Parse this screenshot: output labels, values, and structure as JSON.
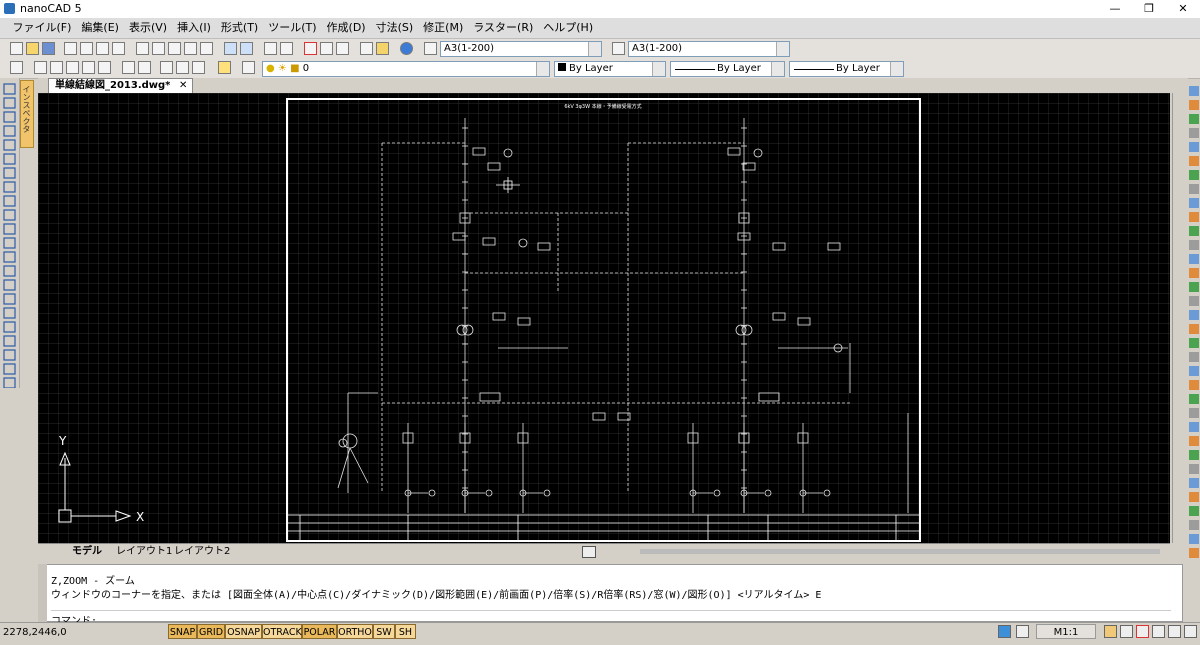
{
  "window": {
    "title": "nanoCAD 5",
    "minimize": "—",
    "restore": "❐",
    "close": "✕"
  },
  "menu": [
    "ファイル(F)",
    "編集(E)",
    "表示(V)",
    "挿入(I)",
    "形式(T)",
    "ツール(T)",
    "作成(D)",
    "寸法(S)",
    "修正(M)",
    "ラスター(R)",
    "ヘルプ(H)"
  ],
  "toolbar": {
    "text_style": "A3(1-200)",
    "dim_style": "A3(1-200)",
    "layer": "0",
    "color": "By Layer",
    "linetype": "By Layer",
    "lineweight": "By Layer"
  },
  "document_tab": {
    "label": "単線結線図_2013.dwg*",
    "close": "✕"
  },
  "side_tab": {
    "label": "インスペクタ"
  },
  "drawing": {
    "sheet_title": "6kV 3φ3W 本線・予備線受電方式",
    "ucs_y": "Y",
    "ucs_x": "X",
    "accent_color": "#ffffff"
  },
  "layout_tabs": [
    "モデル",
    "レイアウト1",
    "レイアウト2"
  ],
  "command": {
    "line1": "Z,ZOOM - ズーム",
    "line2": "ウィンドウのコーナーを指定、または [図面全体(A)/中心点(C)/ダイナミック(D)/図形範囲(E)/前画面(P)/倍率(S)/R倍率(RS)/窓(W)/図形(O)] <リアルタイム> E",
    "prompt": "コマンド:"
  },
  "status": {
    "coords": "2278,2446,0",
    "toggles": [
      {
        "label": "SNAP",
        "on": true
      },
      {
        "label": "GRID",
        "on": true
      },
      {
        "label": "OSNAP",
        "on": false
      },
      {
        "label": "OTRACK",
        "on": false
      },
      {
        "label": "POLAR",
        "on": true
      },
      {
        "label": "ORTHO",
        "on": false
      },
      {
        "label": "SW",
        "on": false
      },
      {
        "label": "SH",
        "on": false
      }
    ],
    "scale": "M1:1"
  }
}
